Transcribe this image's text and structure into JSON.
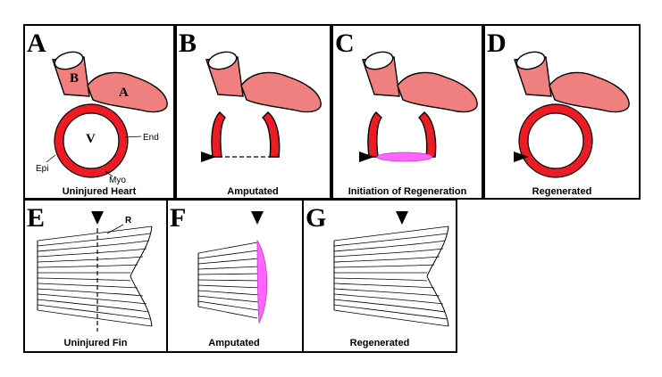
{
  "panels": {
    "a": {
      "letter": "A",
      "caption": "Uninjured Heart"
    },
    "b": {
      "letter": "B",
      "caption": "Amputated"
    },
    "c": {
      "letter": "C",
      "caption": "Initiation of Regeneration"
    },
    "d": {
      "letter": "D",
      "caption": "Regenerated"
    },
    "e": {
      "letter": "E",
      "caption": "Uninjured Fin"
    },
    "f": {
      "letter": "F",
      "caption": "Amputated"
    },
    "g": {
      "letter": "G",
      "caption": "Regenerated"
    }
  },
  "heart_labels": {
    "bulbus": "B",
    "atrium": "A",
    "ventricle": "V",
    "epicardium": "Epi",
    "myocardium": "Myo",
    "endocardium": "End"
  },
  "fin_labels": {
    "ray": "R"
  },
  "colors": {
    "tissue": "#f08080",
    "ventricle": "#ed1c24",
    "regeneration": "#ff66ff",
    "outline": "#000000"
  },
  "icons": {
    "arrow_heart": "black-right-triangle",
    "arrow_fin": "black-down-triangle"
  }
}
